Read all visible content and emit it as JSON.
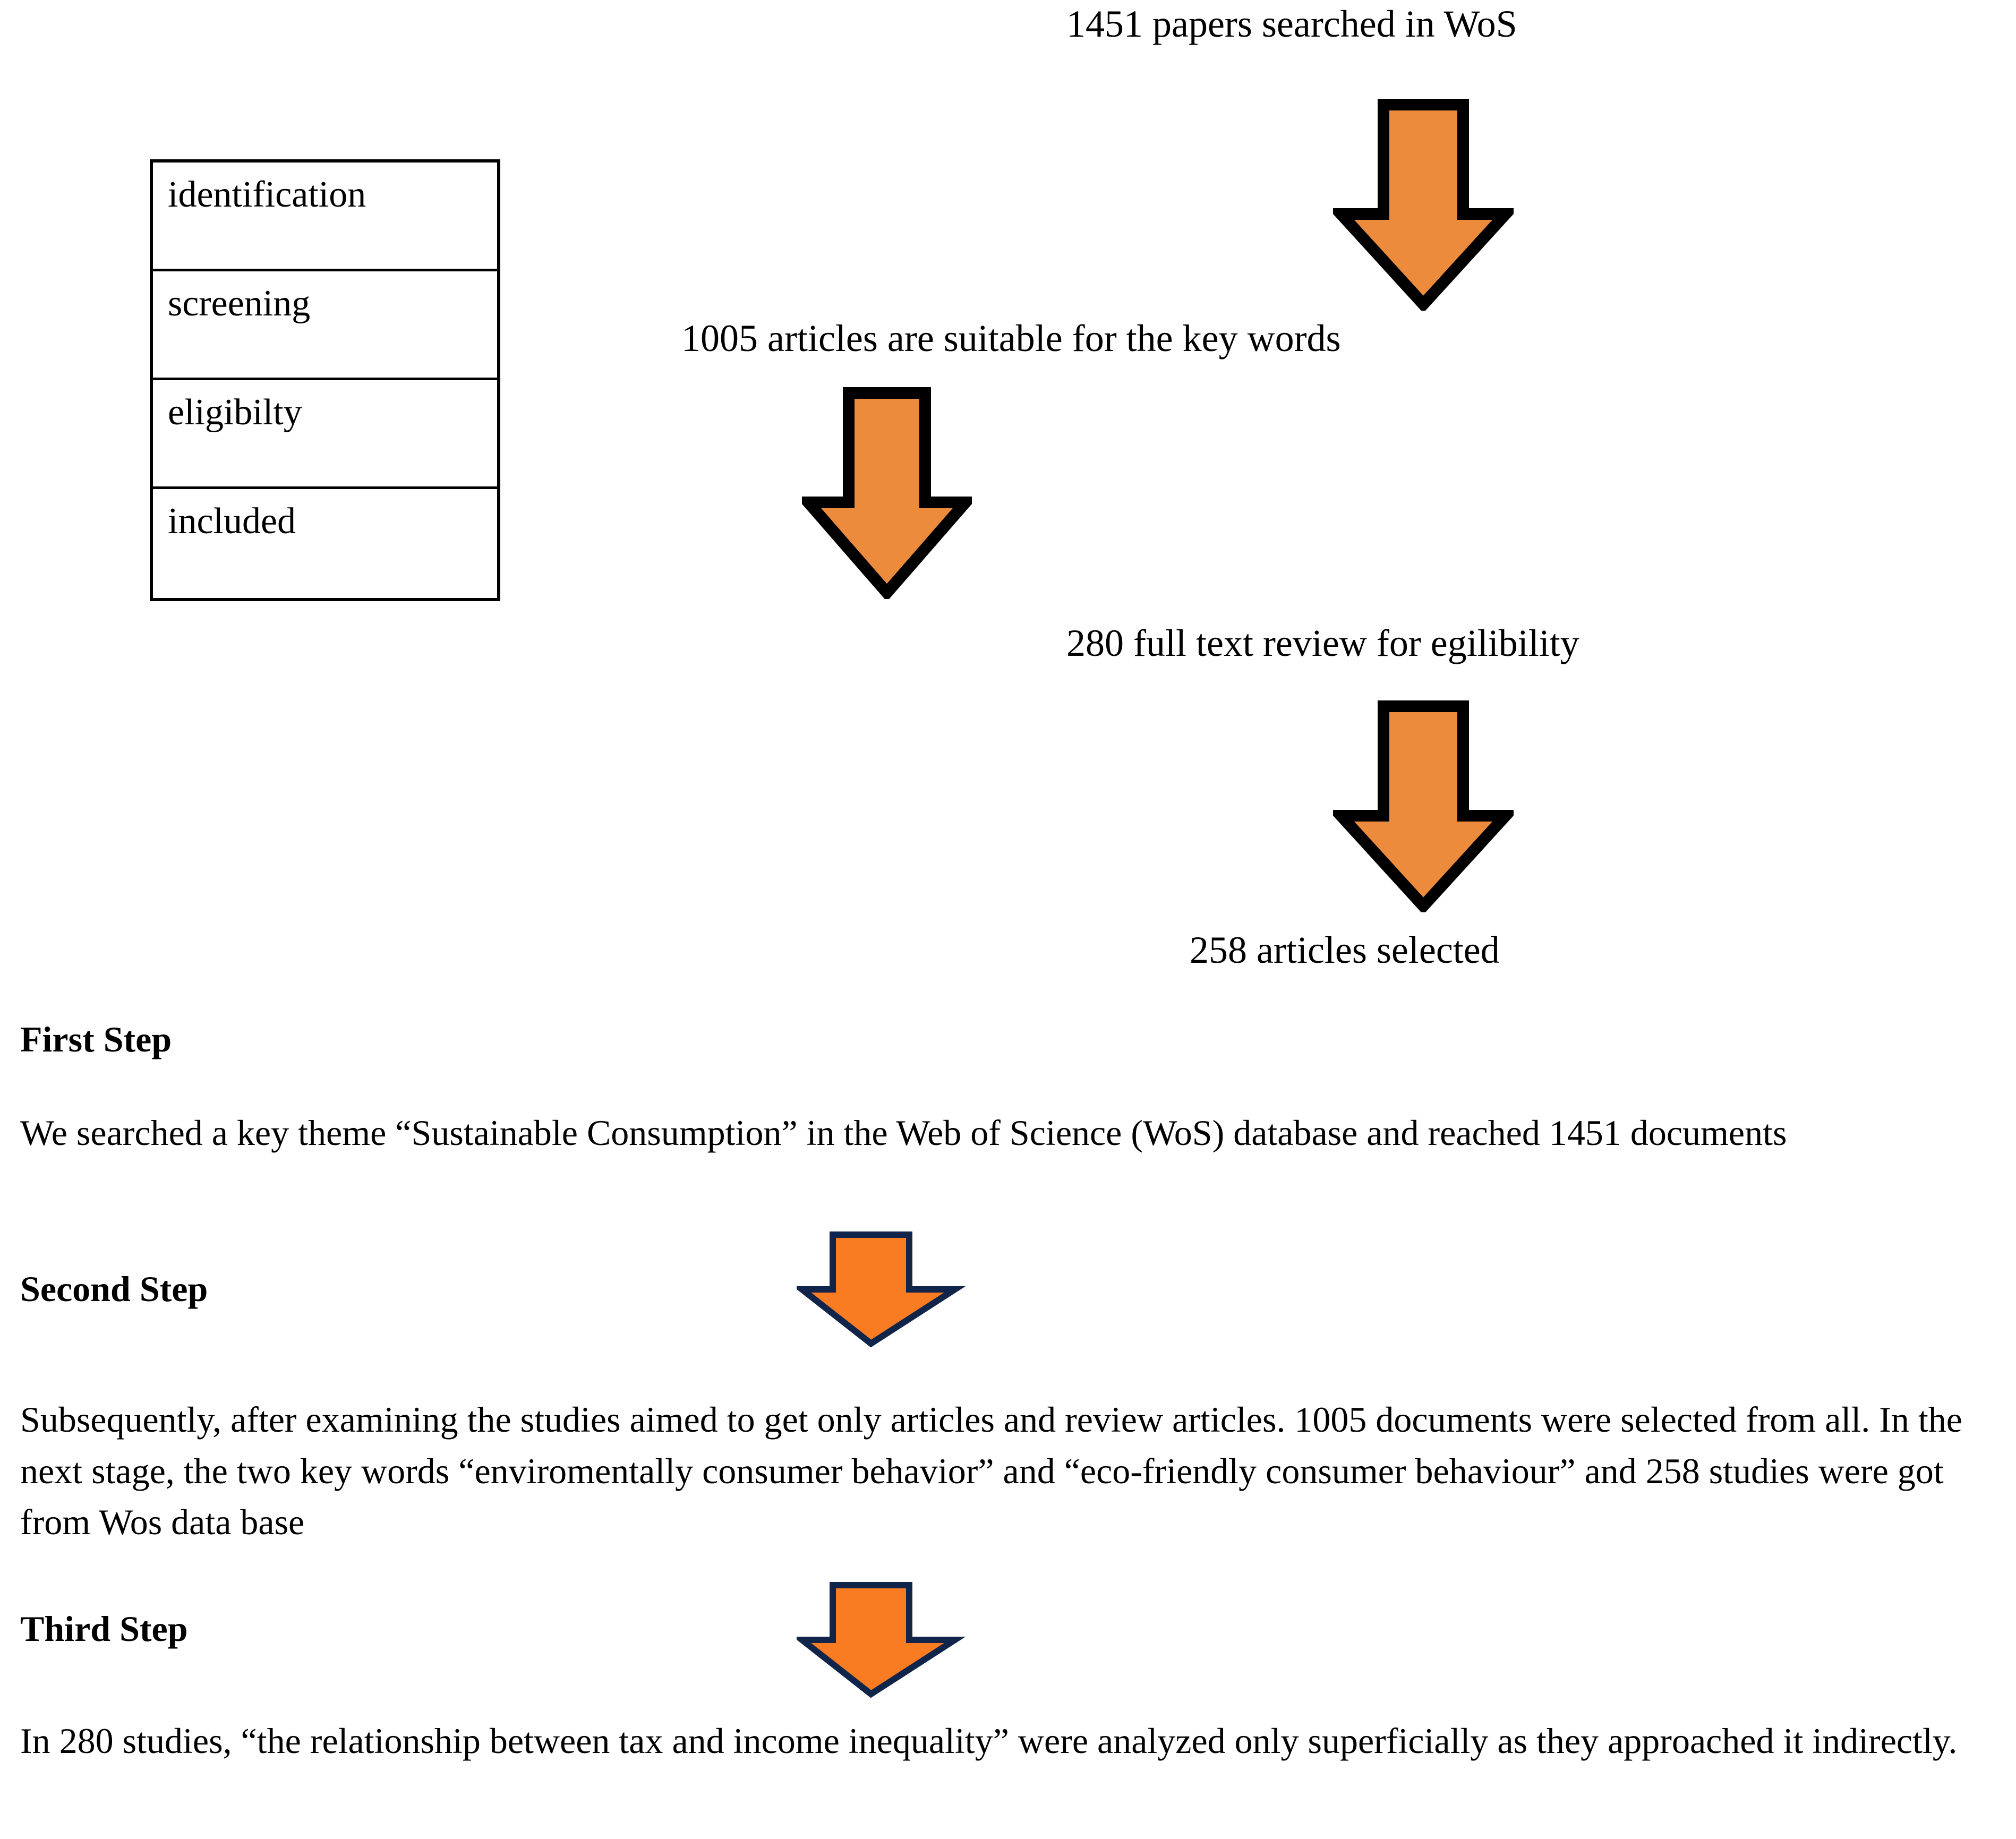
{
  "diagram": {
    "title": "PRISMA-style literature selection flow",
    "stage_table": {
      "rows": [
        {
          "label": "identification"
        },
        {
          "label": "screening"
        },
        {
          "label": "eligibilty"
        },
        {
          "label": "included"
        }
      ]
    },
    "flow_labels": [
      {
        "id": "searched",
        "text": "1451 papers searched in WoS"
      },
      {
        "id": "suitable",
        "text": "1005 articles are suitable for the key words"
      },
      {
        "id": "fulltext",
        "text": "280 full text review for egilibility"
      },
      {
        "id": "selected",
        "text": "258 articles selected"
      }
    ],
    "arrows": [
      {
        "id": "arrow-1",
        "direction": "down",
        "style": "black-outline",
        "fill": "#ED8B3C",
        "stroke": "#000000"
      },
      {
        "id": "arrow-2",
        "direction": "down",
        "style": "black-outline",
        "fill": "#ED8B3C",
        "stroke": "#000000"
      },
      {
        "id": "arrow-3",
        "direction": "down",
        "style": "black-outline",
        "fill": "#ED8B3C",
        "stroke": "#000000"
      },
      {
        "id": "arrow-4",
        "direction": "down",
        "style": "navy-outline",
        "fill": "#F97B22",
        "stroke": "#11244A"
      },
      {
        "id": "arrow-5",
        "direction": "down",
        "style": "navy-outline",
        "fill": "#F97B22",
        "stroke": "#11244A"
      }
    ]
  },
  "steps": [
    {
      "heading": "First Step",
      "body": "We searched a key theme “Sustainable Consumption” in the Web of Science (WoS) database and reached 1451 documents"
    },
    {
      "heading": "Second Step",
      "body": "Subsequently, after examining the studies aimed to get only articles and review articles. 1005 documents were selected from all. In the next stage, the two key words “enviromentally consumer behavior” and “eco-friendly consumer behaviour” and 258 studies were got from Wos data base"
    },
    {
      "heading": "Third Step",
      "body": "In 280 studies, “the relationship between tax and income inequality” were analyzed only superficially as they approached it indirectly."
    }
  ],
  "colors": {
    "arrow_big_fill": "#ED8B3C",
    "arrow_big_stroke": "#000000",
    "arrow_small_fill": "#F97B22",
    "arrow_small_stroke": "#11244A",
    "text": "#000000",
    "background": "#FFFFFF"
  }
}
